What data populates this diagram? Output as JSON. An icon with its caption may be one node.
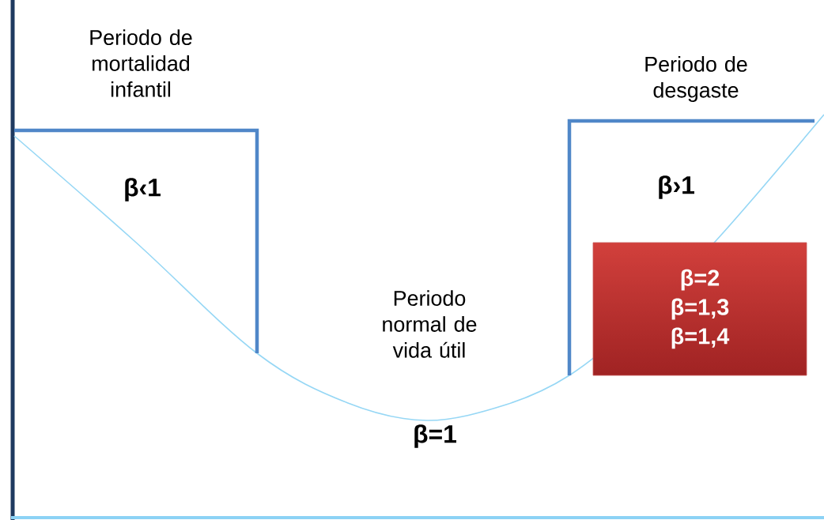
{
  "diagram": {
    "nodes": [
      {
        "text": [
          "β=2",
          "β=1,3",
          "β=1,4"
        ]
      }
    ],
    "edges": [],
    "labels": [
      "Periodo de mortalidad infantil",
      "Periodo de desgaste",
      "β‹1",
      "β›1",
      "Periodo normal de vida útil",
      "β=1"
    ]
  }
}
